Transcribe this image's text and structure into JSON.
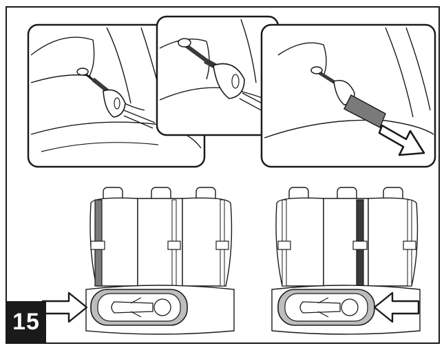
{
  "figure": {
    "number": "15"
  },
  "panels": {
    "top": [
      "seatbelt-routing-step-1",
      "seatbelt-routing-step-2",
      "seatbelt-routing-step-3"
    ],
    "bottom": [
      "rear-seat-left-install",
      "rear-seat-right-install"
    ]
  },
  "colors": {
    "line": "#1a1a1a",
    "belt_gray": "#7a7a7a",
    "belt_dark": "#3a3a3a",
    "shade": "#bdbdbd",
    "label_bg": "#1a1a1a",
    "label_fg": "#ffffff"
  }
}
